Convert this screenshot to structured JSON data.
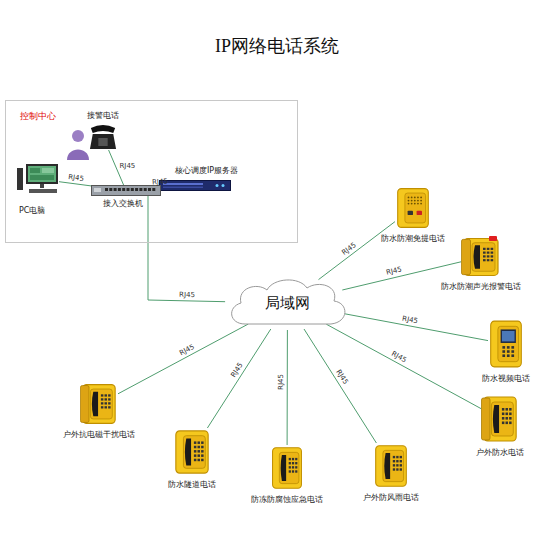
{
  "diagram": {
    "title": "IP网络电话系统",
    "nodes": [
      {
        "text": [
          "控制中心"
        ]
      },
      {
        "text": [
          "接警电话"
        ],
        "in": 0
      },
      {
        "text": [
          "核心调度IP服务器"
        ],
        "in": 0
      },
      {
        "text": [
          "接入交换机"
        ],
        "in": 0
      },
      {
        "text": [
          "PC电脑"
        ],
        "in": 0
      },
      {
        "text": [
          "局域网"
        ]
      },
      {
        "text": [
          "防水防潮免提电话"
        ]
      },
      {
        "text": [
          "防水防潮声光报警电话"
        ]
      },
      {
        "text": [
          "防水视频电话"
        ]
      },
      {
        "text": [
          "户外防水电话"
        ]
      },
      {
        "text": [
          "户外防风雨电话"
        ]
      },
      {
        "text": [
          "防冻防腐蚀应急电话"
        ]
      },
      {
        "text": [
          "防水隧道电话"
        ]
      },
      {
        "text": [
          "户外抗电磁干扰电话"
        ]
      }
    ],
    "edges": [
      {
        "from": 1,
        "to": 3,
        "label": "RJ45",
        "arrow": "none"
      },
      {
        "from": 2,
        "to": 3,
        "label": "RJ45",
        "arrow": "none"
      },
      {
        "from": 4,
        "to": 3,
        "label": "RJ45",
        "arrow": "none"
      },
      {
        "from": 3,
        "to": 5,
        "label": "RJ45",
        "arrow": "none"
      },
      {
        "from": 5,
        "to": 6,
        "label": "RJ45",
        "arrow": "none"
      },
      {
        "from": 5,
        "to": 7,
        "label": "RJ45",
        "arrow": "none"
      },
      {
        "from": 5,
        "to": 8,
        "label": "RJ45",
        "arrow": "none"
      },
      {
        "from": 5,
        "to": 9,
        "label": "RJ45",
        "arrow": "none"
      },
      {
        "from": 5,
        "to": 10,
        "label": "RJ45",
        "arrow": "none"
      },
      {
        "from": 5,
        "to": 11,
        "label": "RJ45",
        "arrow": "none"
      },
      {
        "from": 5,
        "to": 12,
        "label": "RJ45",
        "arrow": "none"
      },
      {
        "from": 5,
        "to": 13,
        "label": "RJ45",
        "arrow": "none"
      }
    ]
  }
}
